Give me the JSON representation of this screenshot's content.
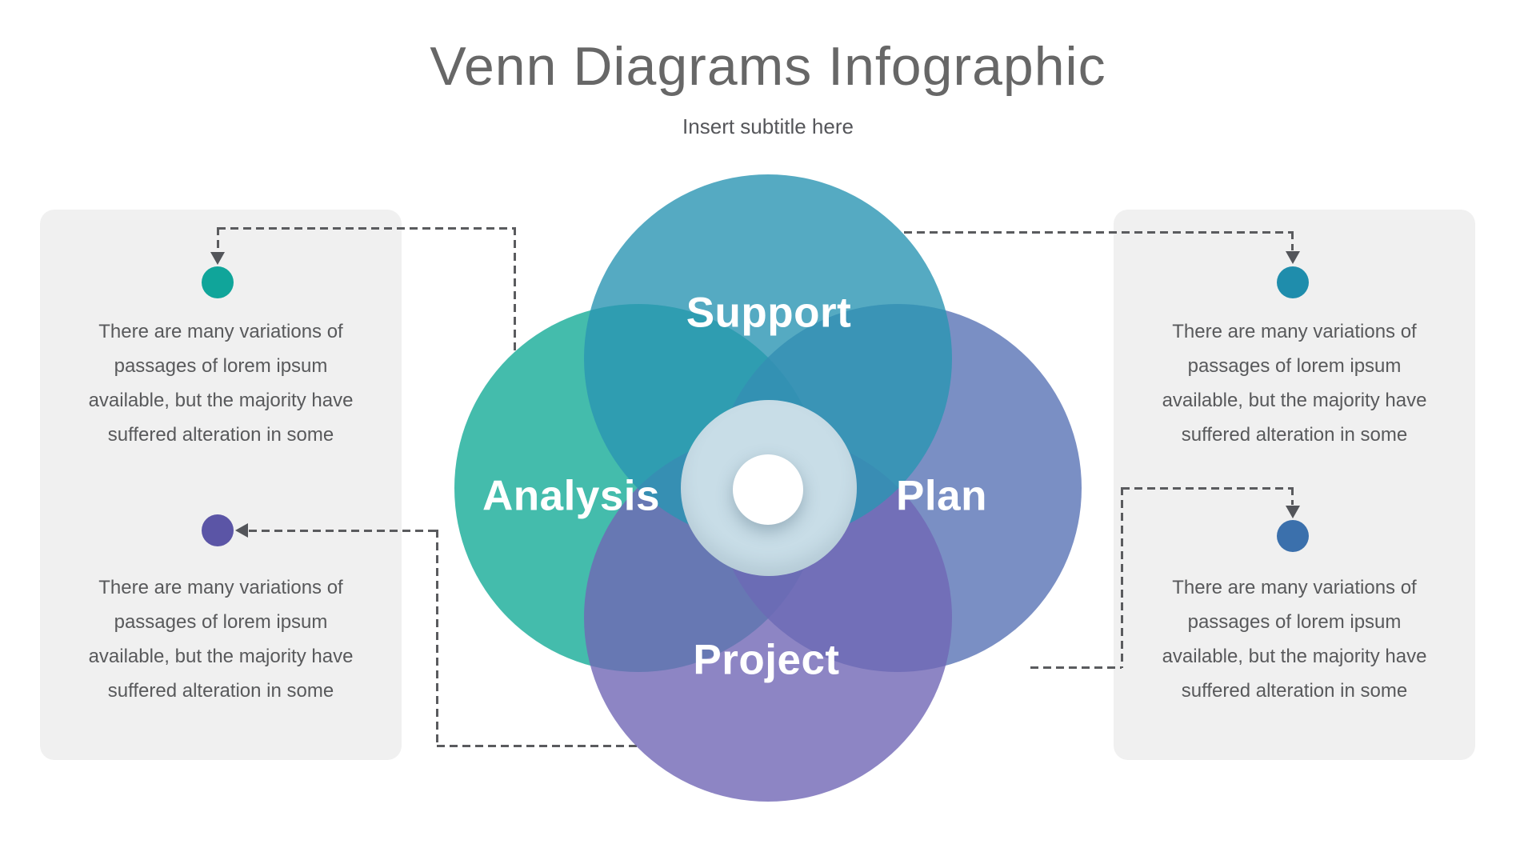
{
  "header": {
    "title": "Venn Diagrams Infographic",
    "subtitle": "Insert subtitle here"
  },
  "venn": {
    "opacity": 0.8,
    "circles": [
      {
        "id": "support",
        "label": "Support",
        "color": "#2B95B3"
      },
      {
        "id": "analysis",
        "label": "Analysis",
        "color": "#15AB97"
      },
      {
        "id": "plan",
        "label": "Plan",
        "color": "#5973B5"
      },
      {
        "id": "project",
        "label": "Project",
        "color": "#7167B5"
      }
    ],
    "center": {
      "ring_color": "#C8DDE7",
      "hub_color": "#FFFFFF"
    }
  },
  "notes": [
    {
      "id": "top-left",
      "dot_color": "#10A59A",
      "lines": [
        "There are many variations of",
        "passages of lorem ipsum",
        "available, but the majority have",
        "suffered alteration in some"
      ]
    },
    {
      "id": "bottom-left",
      "dot_color": "#5B55A6",
      "lines": [
        "There are many variations of",
        "passages of lorem ipsum",
        "available, but the majority have",
        "suffered alteration in some"
      ]
    },
    {
      "id": "top-right",
      "dot_color": "#1F8DAC",
      "lines": [
        "There are many variations of",
        "passages of lorem ipsum",
        "available, but the majority have",
        "suffered alteration in some"
      ]
    },
    {
      "id": "bottom-right",
      "dot_color": "#3B70AC",
      "lines": [
        "There are many variations of",
        "passages of lorem ipsum",
        "available, but the majority have",
        "suffered alteration in some"
      ]
    }
  ],
  "connector_color": "#5A5B5E"
}
